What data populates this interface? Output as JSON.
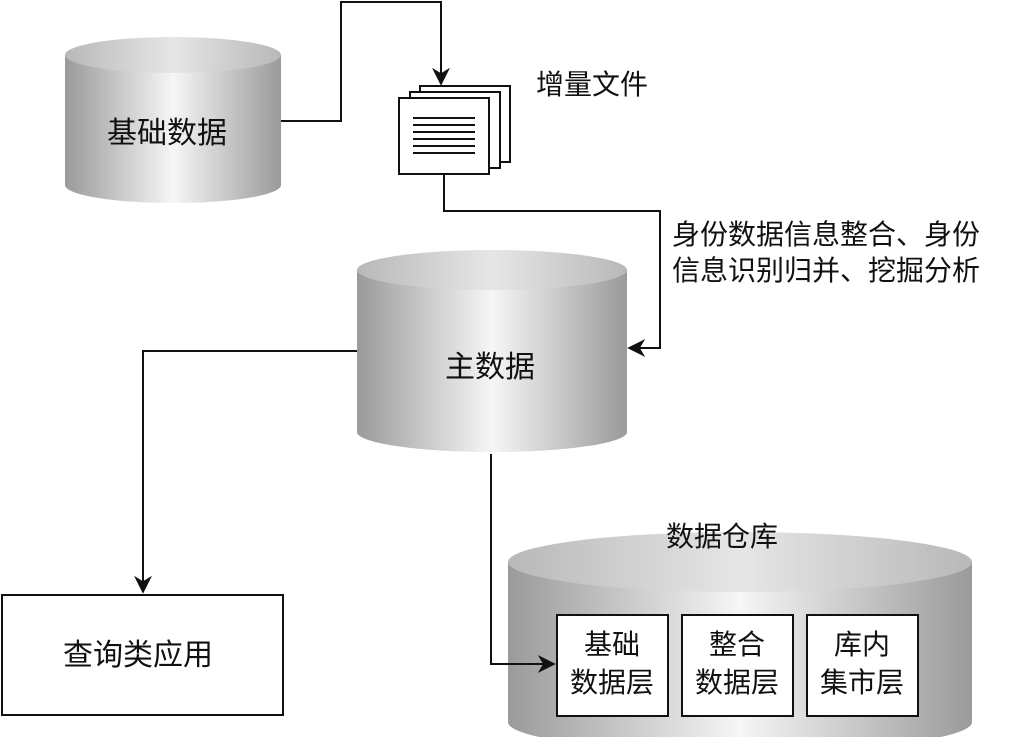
{
  "nodes": {
    "base_data": {
      "label": "基础数据"
    },
    "incremental_file": {
      "label": "增量文件"
    },
    "master_data": {
      "label": "主数据"
    },
    "query_app": {
      "label": "查询类应用"
    },
    "data_warehouse": {
      "label": "数据仓库",
      "layers": [
        {
          "line1": "基础",
          "line2": "数据层"
        },
        {
          "line1": "整合",
          "line2": "数据层"
        },
        {
          "line1": "库内",
          "line2": "集市层"
        }
      ]
    }
  },
  "edges": {
    "process_label": {
      "line1": "身份数据信息整合、身份",
      "line2": "信息识别归并、挖掘分析"
    }
  }
}
